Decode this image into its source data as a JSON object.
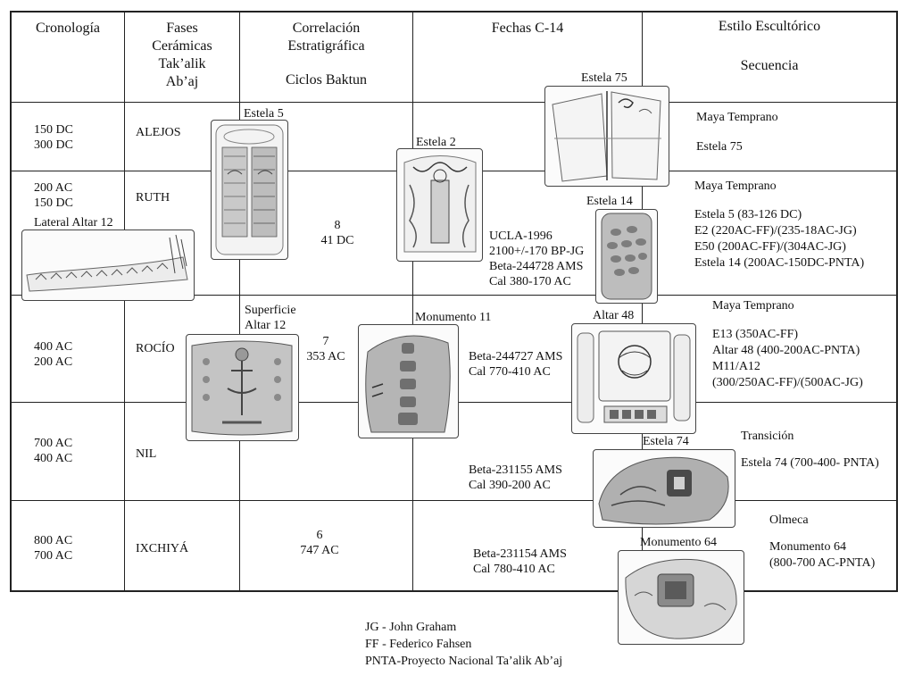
{
  "headers": {
    "chronology": "Cronología",
    "ceramic_phases": [
      "Fases",
      "Cerámicas",
      "Tak’alik",
      "Ab’aj"
    ],
    "stratigraphic": [
      "Correlación",
      "Estratigráfica",
      "Ciclos Baktun"
    ],
    "c14": "Fechas  C-14",
    "style": [
      "Estilo   Escultórico",
      "Secuencia"
    ]
  },
  "rows": [
    {
      "chronology": [
        "150 DC",
        "300 DC"
      ],
      "phase": "ALEJOS",
      "baktun": [],
      "c14": [],
      "style": [
        "Maya Temprano",
        "Estela 75"
      ]
    },
    {
      "chronology": [
        "200 AC",
        "150 DC"
      ],
      "phase": "RUTH",
      "baktun": [
        "8",
        "41  DC"
      ],
      "c14": [
        "UCLA-1996",
        "2100+/-170 BP-JG",
        "Beta-244728 AMS",
        "Cal  380-170  AC"
      ],
      "style": [
        "Maya Temprano",
        "Estela 5 (83-126 DC)",
        "E2 (220AC-FF)/(235-18AC-JG)",
        "E50 (200AC-FF)/(304AC-JG)",
        "Estela 14 (200AC-150DC-PNTA)"
      ]
    },
    {
      "chronology": [
        "400 AC",
        "200 AC"
      ],
      "phase": "ROCÍO",
      "baktun": [
        "7",
        "353  AC"
      ],
      "c14": [
        "Beta-244727 AMS",
        "Cal  770-410  AC"
      ],
      "style": [
        "Maya Temprano",
        "E13 (350AC-FF)",
        "Altar 48 (400-200AC-PNTA)",
        "M11/A12",
        "(300/250AC-FF)/(500AC-JG)"
      ]
    },
    {
      "chronology": [
        "700 AC",
        "400 AC"
      ],
      "phase": "NIL",
      "baktun": [],
      "c14": [
        "Beta-231155 AMS",
        "Cal  390-200  AC"
      ],
      "style": [
        "Transición",
        "Estela 74 (700-400- PNTA)"
      ]
    },
    {
      "chronology": [
        "800 AC",
        "700 AC"
      ],
      "phase": "IXCHIYÁ",
      "baktun": [
        "6",
        "747  AC"
      ],
      "c14": [
        "Beta-231154 AMS",
        "Cal 780-410  AC"
      ],
      "style": [
        "Olmeca",
        "Monumento 64",
        "(800-700 AC-PNTA)"
      ]
    }
  ],
  "images": {
    "estela5": "Estela 5",
    "estela2": "Estela 2",
    "estela75": "Estela 75",
    "estela14": "Estela 14",
    "lateral_altar12": "Lateral Altar 12",
    "superficie_altar12": [
      "Superficie",
      "Altar 12"
    ],
    "monumento11": "Monumento 11",
    "altar48": "Altar 48",
    "estela74": "Estela 74",
    "monumento64": "Monumento 64"
  },
  "legend": [
    "JG - John Graham",
    "FF - Federico Fahsen",
    "PNTA-Proyecto Nacional Ta’alik Ab’aj"
  ]
}
